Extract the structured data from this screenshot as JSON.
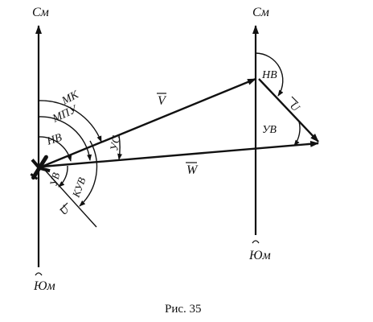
{
  "labels": {
    "north_left": "См",
    "south_left": "Юм",
    "north_right": "См",
    "south_right": "Юм",
    "mk": "МК",
    "mpu": "МПУ",
    "nv_left": "НВ",
    "uv_left": "УВ",
    "kuv": "КУВ",
    "us": "УС",
    "u_vec": "U",
    "v_vec": "V",
    "w_vec": "W",
    "nv_right": "НВ",
    "uv_right": "УВ",
    "u_right": "U"
  },
  "caption": "Рис. 35"
}
